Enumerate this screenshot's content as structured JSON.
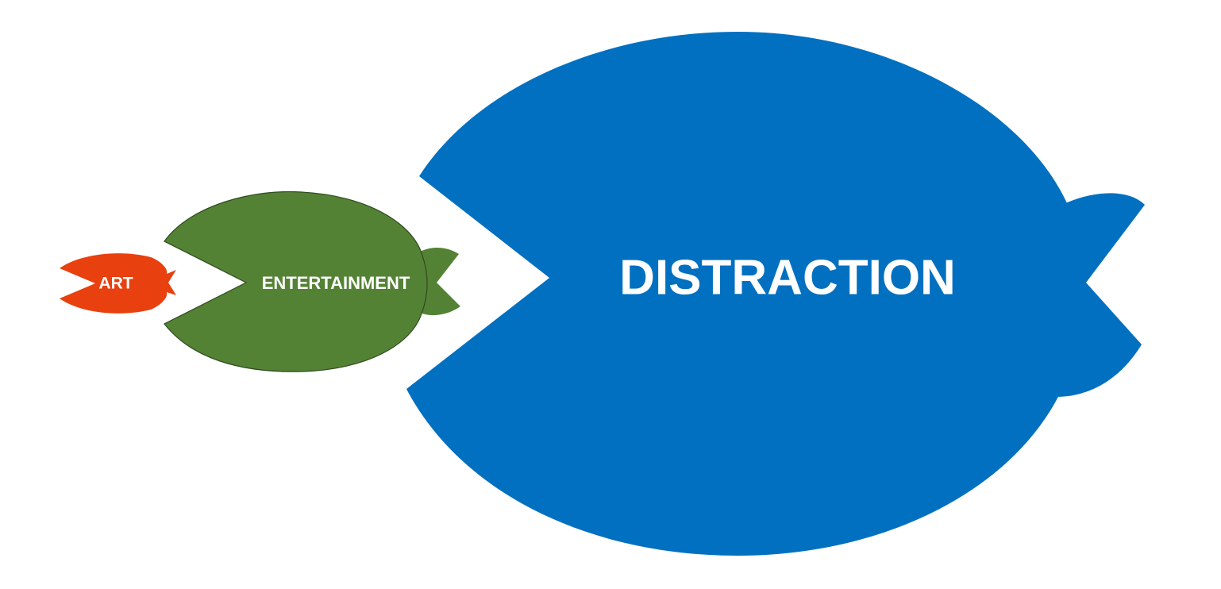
{
  "diagram": {
    "background": "#ffffff",
    "fishes": [
      {
        "id": "art",
        "label": "ART",
        "color": "#e8400f",
        "icon": "fish-icon"
      },
      {
        "id": "entertainment",
        "label": "ENTERTAINMENT",
        "color": "#548235",
        "outline": "#2e4a1c",
        "icon": "fish-icon"
      },
      {
        "id": "distraction",
        "label": "DISTRACTION",
        "color": "#0270c0",
        "icon": "fish-icon"
      }
    ],
    "label_color": "#ffffff"
  }
}
